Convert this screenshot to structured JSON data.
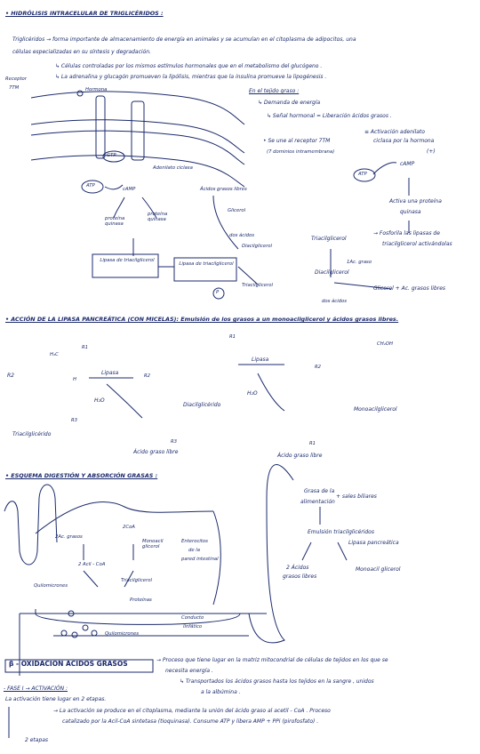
{
  "section1": {
    "title": "• HIDRÓLISIS INTRACELULAR DE TRIGLICÉRIDOS :",
    "line1": "Triglicéridos → forma importante de almacenamiento de energía en animales y se acumulan en el citoplasma de adipocitos, una",
    "line2": "células especializadas en su síntesis y degradación.",
    "line3": "↳ Células controladas por los mismos estímulos hormonales que en el metabolismo del glucógeno .",
    "line4": "↳ La adrenalina y glucagón promueven la lipólisis, mientras que la insulina promueve la lipogénesis .",
    "membrane_labels": {
      "receptor": "Receptor",
      "tm": "7TM",
      "hormona": "Hormona",
      "gtp": "GTP",
      "atp": "ATP",
      "adenilato": "Adenilato ciclasa",
      "camp": "cAMP",
      "proteina_quinasa_1": "proteína quinasa",
      "proteina_quinasa_2": "proteína quinasa",
      "lipasa_tri": "Lipasa de triacilglicerol",
      "lipasa_tri_p": "Lipasa de triacilglicerol",
      "p": "P",
      "acidos_libres": "Ácidos grasos libres",
      "glicerol": "Glicerol",
      "dos_acidos": "dos ácidos",
      "diacilglicerol": "Diacilglicerol",
      "triacilglicerol": "Triacilglicerol"
    },
    "right_notes": {
      "tejido": "En el tejido graso :",
      "demanda": "↳ Demanda de energía",
      "senal": "↳ Señal hormonal = Liberación ácidos grasos .",
      "receptor_line1": "• Se une al receptor 7TM",
      "receptor_line2": "(7 dominios intramembrana)",
      "activa_line1": "≡ Activación adenilato",
      "activa_line2": "ciclasa por la hormona",
      "atp": "ATP",
      "camp": "cAMP",
      "plus": "(+)",
      "activa_prot1": "Activa una proteína",
      "activa_prot2": "quinasa",
      "triacil": "Triacilglicerol",
      "fosforila1": "→ Fosforila las lipasas de",
      "fosforila2": "triacilglicerol activándolas",
      "acgraso": "1Ac. graso",
      "diacil": "Diacilglicerol",
      "glicerol_final": "Glicerol + Ac. grasos libres",
      "dos_acidos": "dos ácidos"
    }
  },
  "section2": {
    "title": "• ACCIÓN DE LA LIPASA PANCREÁTICA (CON MICELAS): Emulsión de los grasos a un monoacilglicerol y ácidos grasos libres.",
    "lipasa1": "Lipasa",
    "lipasa2": "Lipasa",
    "h2o1": "H₂O",
    "h2o2": "H₂O",
    "triacil": "Triacilglicérido",
    "acido1": "Ácido graso libre",
    "diacil": "Diacilglicérido",
    "acido2": "Ácido graso libre",
    "monoacil": "Monoacilglicerol",
    "chem": {
      "r1": "R1",
      "r2": "R2",
      "r3": "R3",
      "h2c": "H₂C",
      "h": "H",
      "r1b": "R1",
      "r3b": "R3",
      "r2b": "R2",
      "ch2oh": "CH₂OH",
      "r1c": "R1",
      "r2c": "R2"
    }
  },
  "section3": {
    "title": "• ESQUEMA DIGESTIÓN Y ABSORCIÓN GRASAS :",
    "labels": {
      "ac2": "2Ac. grasos",
      "cgl": "2CoA",
      "monoacil": "Monoacil glicerol",
      "enterocitos1": "Enterocitos",
      "enterocitos2": "de la",
      "enterocitos3": "pared intestinal",
      "acilcoa": "2 Acil - CoA",
      "quilomicrones": "Quilomicrones",
      "triacil": "Triacilglicerol",
      "proteinas": "Proteínas",
      "quilomicrones2": "Quilomicrones",
      "conducto1": "Conducto",
      "conducto2": "linfático",
      "grasa1": "Grasa de la",
      "grasa2": "alimentación",
      "sales": "+ sales biliares",
      "emulsion": "Emulsión triacilglicéridos",
      "lipasa_panc": "Lipasa pancreática",
      "dos_ac1": "2 Ácidos",
      "dos_ac2": "grasos libres",
      "monoacil2": "Monoacil glicerol"
    }
  },
  "section4": {
    "title": "β - OXIDACIÓN ÁCIDOS GRASOS",
    "desc1": "→ Proceso que tiene lugar en la matriz mitocondrial de células de tejidos en los que se",
    "desc2": "necesita energía .",
    "desc3": "↳ Transportados los ácidos grasos hasta los tejidos en la sangre , unidos",
    "desc4": "a la albúmina .",
    "fase": "- FASE I → ACTIVACIÓN :",
    "fase_line": "La activación tiene lugar en 2 etapas.",
    "act1": "→ La activación se produce en el citoplasma, mediante la unión del ácido graso al acetil - CoA . Proceso",
    "act2": "catalizado por la Acil-CoA sintetasa (tioquinasa). Consume ATP y libera AMP + PPi (pirofosfato) .",
    "etapas": "2 etapas"
  }
}
